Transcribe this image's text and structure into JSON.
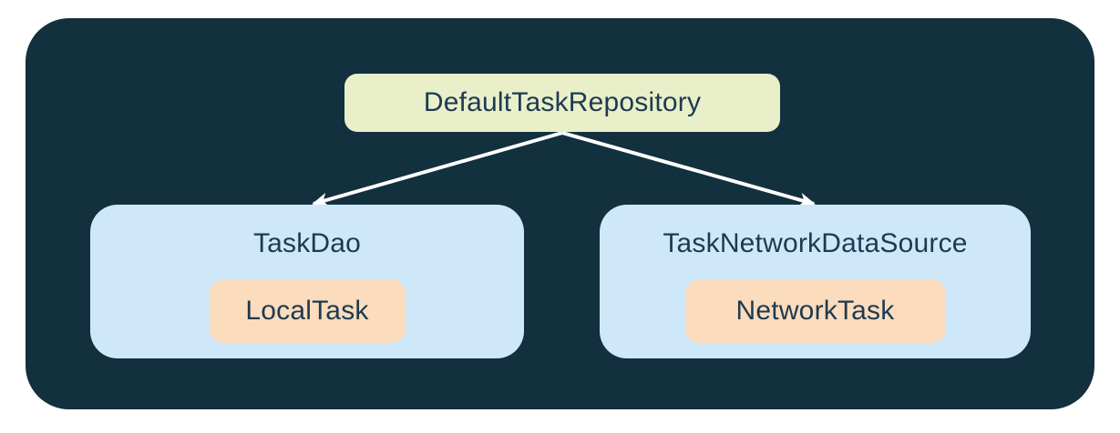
{
  "diagram": {
    "root": {
      "label": "DefaultTaskRepository"
    },
    "children": [
      {
        "title": "TaskDao",
        "chip": "LocalTask"
      },
      {
        "title": "TaskNetworkDataSource",
        "chip": "NetworkTask"
      }
    ],
    "edges": [
      {
        "from": "DefaultTaskRepository",
        "to": "TaskDao"
      },
      {
        "from": "DefaultTaskRepository",
        "to": "TaskNetworkDataSource"
      }
    ],
    "colors": {
      "canvas": "#ffffff",
      "container_bg": "#12303E",
      "root_bg": "#E8EFC9",
      "group_bg": "#CEE8FA",
      "chip_bg": "#FBDCBC",
      "text": "#1E3A50",
      "arrow": "#FFFFFF"
    }
  }
}
